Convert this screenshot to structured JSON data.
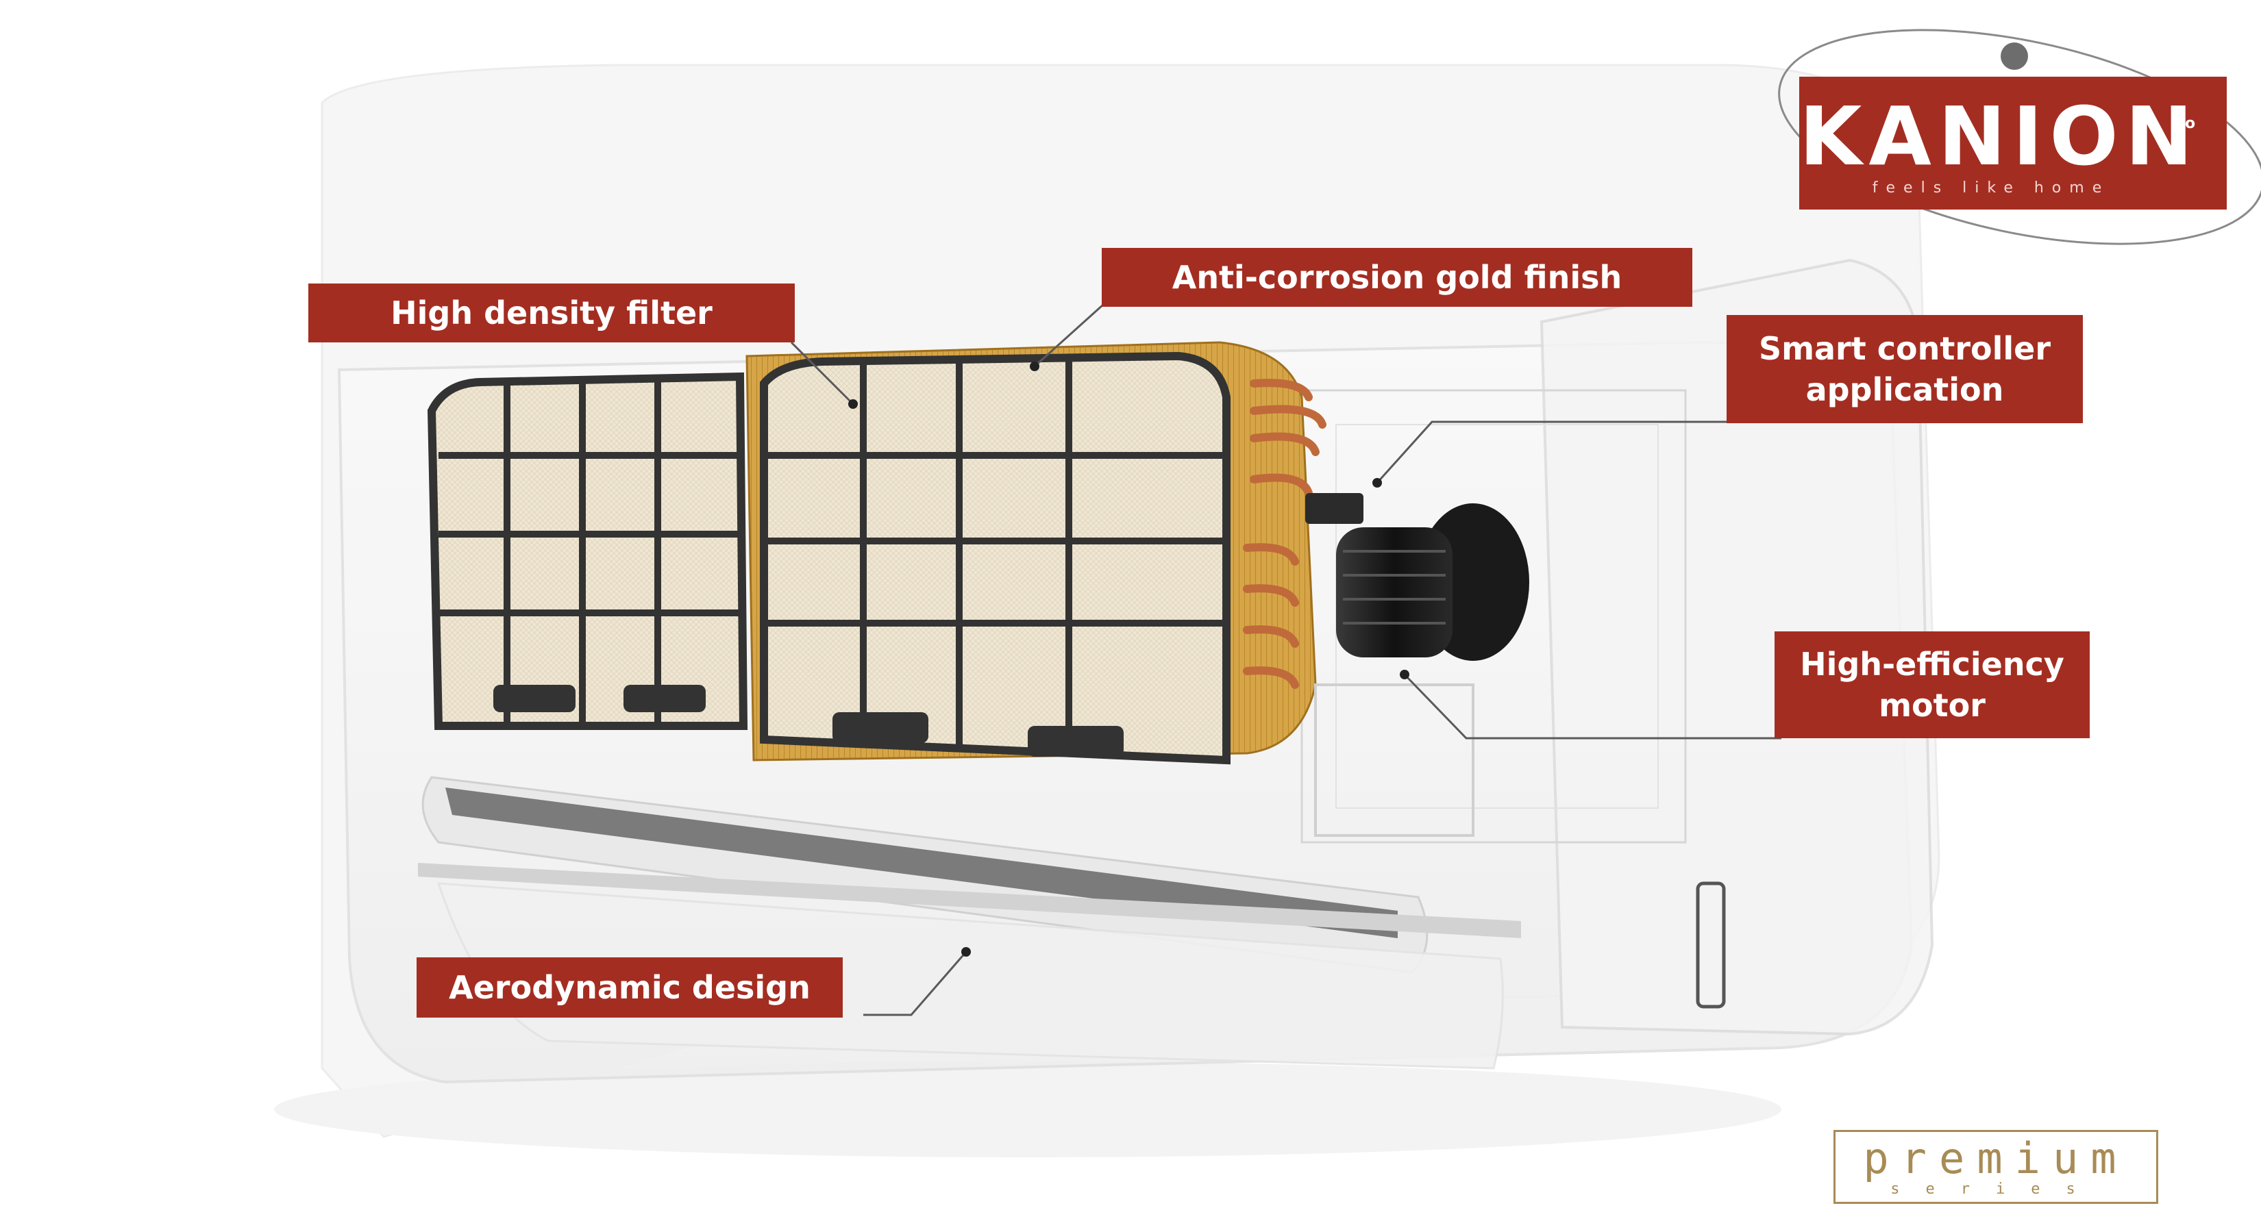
{
  "brand": {
    "name": "KANION",
    "suffix": "co",
    "tagline": "feels like home",
    "color": "#a42d21"
  },
  "series_badge": {
    "word": "premium",
    "sub": "series",
    "color": "#a88b55"
  },
  "callouts": {
    "filter": {
      "lines": [
        "High density filter"
      ]
    },
    "gold_finish": {
      "lines": [
        "Anti-corrosion gold finish"
      ]
    },
    "controller": {
      "lines": [
        "Smart controller",
        "application"
      ]
    },
    "motor": {
      "lines": [
        "High-efficiency",
        "motor"
      ]
    },
    "aero": {
      "lines": [
        "Aerodynamic design"
      ]
    }
  },
  "colors": {
    "callout_bg": "#a42d21",
    "callout_text": "#ffffff",
    "copper_fin": "#d4a24c",
    "filter_frame": "#3b3b3b",
    "filter_mesh": "#efe6d4",
    "motor": "#1e1e1e",
    "leader_line": "#5a5a5a"
  }
}
